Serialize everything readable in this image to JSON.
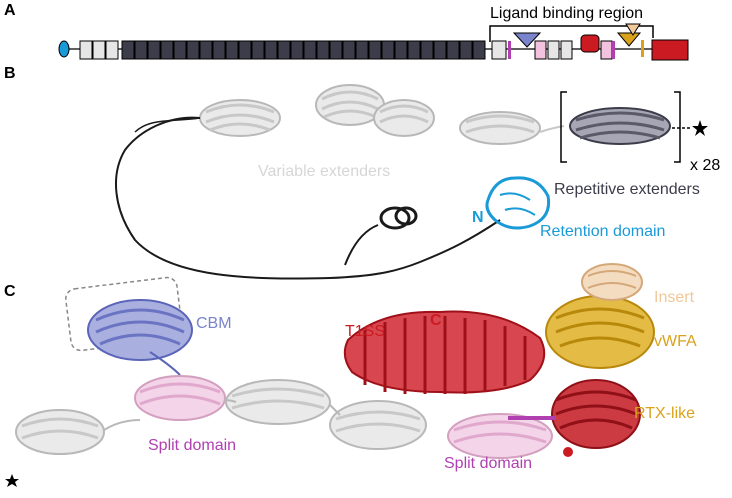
{
  "panels": {
    "a": {
      "letter": "A",
      "bracket_label": "Ligand binding region"
    },
    "b": {
      "letter": "B",
      "repeat_count": "x 28",
      "labels": {
        "variable_extenders": "Variable extenders",
        "repetitive_extenders": "Repetitive extenders",
        "retention_domain": "Retention domain",
        "n_terminus": "N"
      }
    },
    "c": {
      "letter": "C",
      "c_terminus": "C",
      "labels": {
        "cbm": "CBM",
        "t1ss": "T1SS",
        "insert": "Insert",
        "vwfa": "vWFA",
        "rtx_like": "RTX-like",
        "split_domain_left": "Split domain",
        "split_domain_right": "Split domain"
      }
    }
  },
  "colors": {
    "retention": "#1a9ad6",
    "extender_light": "#e6e6e6",
    "extender_dark": "#3c3c4a",
    "split": "#b040b0",
    "split_light": "#f2c2de",
    "cbm": "#7a84cc",
    "rtx": "#cc1a22",
    "vwfa": "#d9a21a",
    "insert": "#f0c89a",
    "variable_text": "#d6d6d6",
    "repetitive_text": "#3c3c4a"
  }
}
